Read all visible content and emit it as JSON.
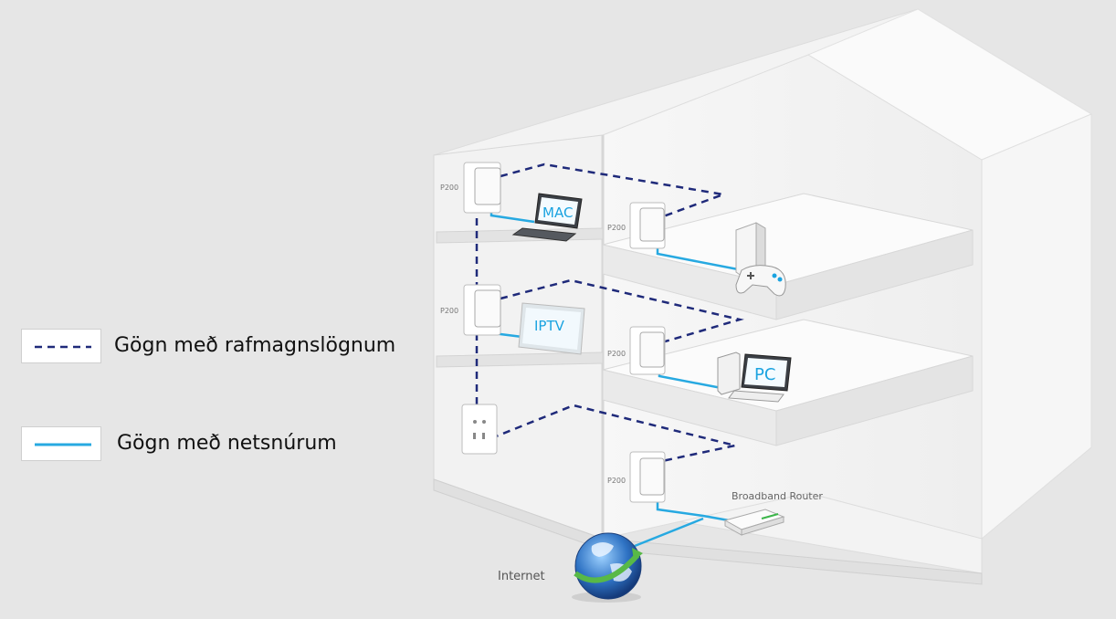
{
  "legend": {
    "powerline_label": "Gögn með rafmagnslögnum",
    "ethernet_label": "Gögn með netsnúrum"
  },
  "labels": {
    "adapter": "P200",
    "mac": "MAC",
    "iptv": "IPTV",
    "pc": "PC",
    "router": "Broadband Router",
    "internet": "Internet"
  },
  "colors": {
    "powerline": "#1f2a7a",
    "ethernet": "#27a9e1",
    "screen_text": "#1aa3e0",
    "router_led": "#3cb54a",
    "background": "#e6e6e6"
  },
  "icons": [
    "laptop-icon",
    "tv-icon",
    "game-console-icon",
    "gamepad-icon",
    "desktop-pc-icon",
    "router-icon",
    "globe-icon",
    "wall-socket-icon"
  ]
}
